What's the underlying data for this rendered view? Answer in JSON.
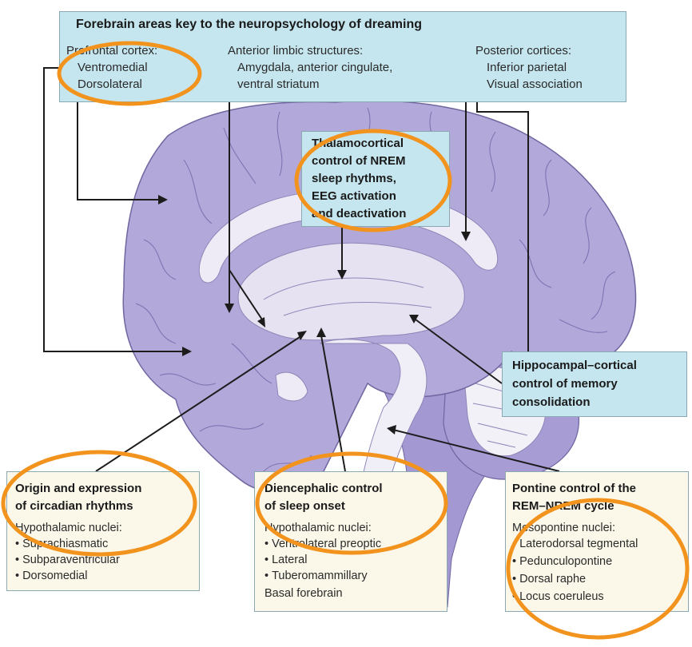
{
  "forebrain": {
    "title": "Forebrain areas key to the neuropsychology of dreaming",
    "col1": {
      "heading": "Prefrontal cortex:",
      "items": [
        "Ventromedial",
        "Dorsolateral"
      ]
    },
    "col2": {
      "heading": "Anterior limbic structures:",
      "line1": "Amygdala, anterior cingulate,",
      "line2": "ventral striatum"
    },
    "col3": {
      "heading": "Posterior cortices:",
      "items": [
        "Inferior parietal",
        "Visual association"
      ]
    }
  },
  "thalamo": {
    "lines": [
      "Thalamocortical",
      "control of NREM",
      "sleep rhythms,",
      "EEG activation",
      "and deactivation"
    ]
  },
  "hippo": {
    "lines": [
      "Hippocampal–cortical",
      "control of memory",
      "consolidation"
    ]
  },
  "circadian": {
    "title_lines": [
      "Origin and expression",
      "of circadian rhythms"
    ],
    "subheading": "Hypothalamic nuclei:",
    "items": [
      "Suprachiasmatic",
      "Subparaventricular",
      "Dorsomedial"
    ]
  },
  "diencephalic": {
    "title_lines": [
      "Diencephalic control",
      "of sleep onset"
    ],
    "subheading": "Hypothalamic nuclei:",
    "items": [
      "Ventrolateral preoptic",
      "Lateral",
      "Tuberomammillary"
    ],
    "extra": "Basal forebrain"
  },
  "pontine": {
    "title_lines": [
      "Pontine control of the",
      "REM–NREM cycle"
    ],
    "subheading": "Mesopontine nuclei:",
    "items": [
      "Laterodorsal tegmental",
      "Pedunculopontine",
      "Dorsal raphe",
      "Locus coeruleus"
    ]
  },
  "colors": {
    "brain_fill": "#b3a8da",
    "brain_dark": "#9b8fca",
    "inner_fill": "#eeebf6",
    "box_blue": "#c5e6ef",
    "box_cream": "#fbf8ea",
    "highlight": "#f2931e",
    "line": "#1c1c1c"
  }
}
